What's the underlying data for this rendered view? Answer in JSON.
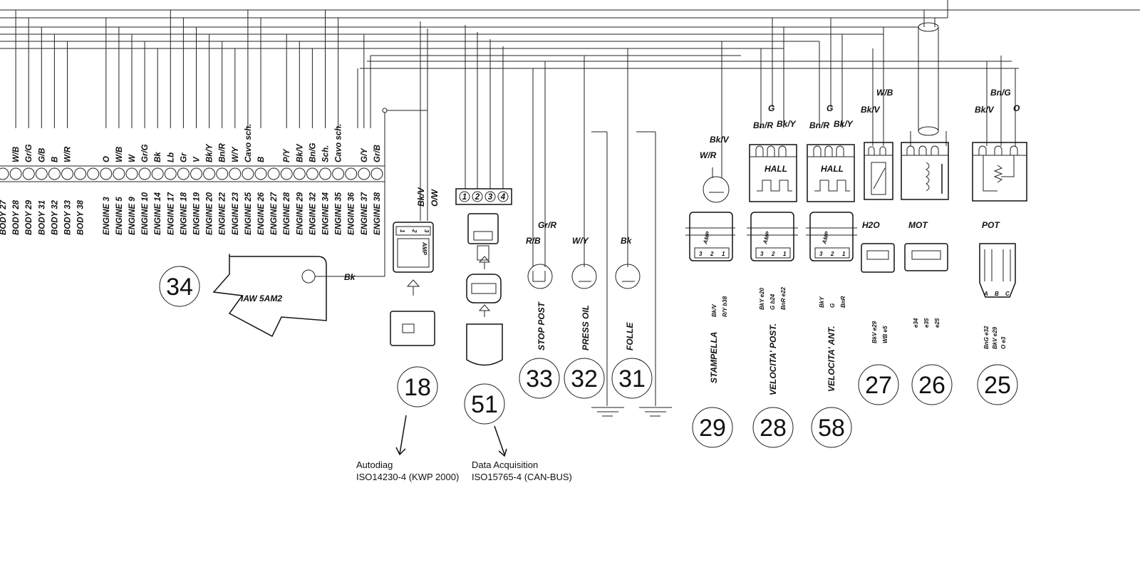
{
  "top_pins": [
    "W/B",
    "Gr/G",
    "G/B",
    "B",
    "W/R",
    "",
    "",
    "O",
    "W/B",
    "W",
    "Gr/G",
    "Bk",
    "Lb",
    "Gr",
    "V",
    "Bk/Y",
    "Bn/R",
    "W/Y",
    "Cavo sch.",
    "B",
    "",
    "P/Y",
    "Bk/V",
    "Bn/G",
    "Sch.",
    "Cavo sch.",
    "",
    "G/Y",
    "Gr/B"
  ],
  "bottom_pins": [
    "BODY 27",
    "BODY 28",
    "BODY 29",
    "BODY 31",
    "BODY 32",
    "BODY 33",
    "BODY 38",
    "",
    "ENGINE 3",
    "ENGINE 5",
    "ENGINE 9",
    "ENGINE 10",
    "ENGINE 14",
    "ENGINE 17",
    "ENGINE 18",
    "ENGINE 19",
    "ENGINE 20",
    "ENGINE 22",
    "ENGINE 23",
    "ENGINE 25",
    "ENGINE 26",
    "ENGINE 27",
    "ENGINE 28",
    "ENGINE 29",
    "ENGINE 32",
    "ENGINE 34",
    "ENGINE 35",
    "ENGINE 36",
    "ENGINE 37",
    "ENGINE 38"
  ],
  "ecu": {
    "name": "IAW 5AM2",
    "number": "34",
    "wire": "Bk"
  },
  "c18": {
    "number": "18",
    "wires": [
      "Bk/V",
      "O/W"
    ],
    "pins": [
      "1",
      "2",
      "3"
    ],
    "brand": "AMP",
    "note_title": "Autodiag",
    "note_line": "ISO14230-4 (KWP 2000)"
  },
  "c51": {
    "number": "51",
    "pins": [
      "1",
      "2",
      "3",
      "4"
    ],
    "note_title": "Data Acquisition",
    "note_line": "ISO15765-4 (CAN-BUS)"
  },
  "switches": [
    {
      "number": "33",
      "wires": [
        "R/B",
        "Gr/R"
      ],
      "name": "STOP POST"
    },
    {
      "number": "32",
      "wires": [
        "W/Y"
      ],
      "name": "PRESS OIL"
    },
    {
      "number": "31",
      "wires": [
        "Bk"
      ],
      "name": "FOLLE"
    }
  ],
  "c29": {
    "number": "29",
    "wires": [
      "W/R",
      "Bk/V"
    ],
    "name": "STAMPELLA",
    "brand": "AMP",
    "pins": [
      "3",
      "2",
      "1"
    ],
    "legend": [
      "Bk/V",
      "R/Y  b38"
    ]
  },
  "c28": {
    "number": "28",
    "wires": [
      "Bn/R",
      "G",
      "Bk/Y"
    ],
    "name": "VELOCITA' POST.",
    "box": "HALL",
    "brand": "AMP",
    "pins": [
      "3",
      "2",
      "1"
    ],
    "legend": [
      "BkY  e20",
      "G  b24",
      "BnR  e22"
    ]
  },
  "c58": {
    "number": "58",
    "wires": [
      "Bn/R",
      "G",
      "Bk/Y"
    ],
    "name": "VELOCITA' ANT.",
    "box": "HALL",
    "brand": "AMP",
    "pins": [
      "3",
      "2",
      "1"
    ],
    "legend": [
      "BkY",
      "G",
      "BnR"
    ]
  },
  "c27": {
    "number": "27",
    "wires": [
      "Bk/V",
      "W/B"
    ],
    "name": "H2O",
    "legend": [
      "BkV  e29",
      "WB  e5"
    ]
  },
  "c26": {
    "number": "26",
    "name": "MOT",
    "legend": [
      "e34",
      "e35",
      "e25"
    ]
  },
  "c25": {
    "number": "25",
    "wires": [
      "Bk/V",
      "Bn/G",
      "O"
    ],
    "name": "POT",
    "pins": [
      "A",
      "B",
      "C"
    ],
    "legend": [
      "BnG  e32",
      "BkV  e29",
      "O  e3"
    ]
  }
}
